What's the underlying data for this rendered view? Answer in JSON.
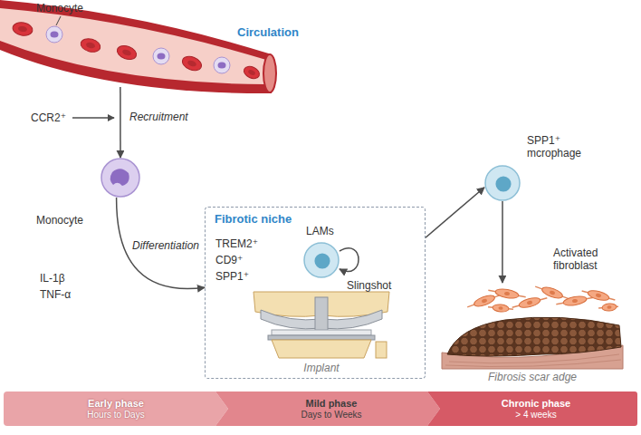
{
  "diagram": {
    "nodes": [
      {
        "text": [
          "Circulation"
        ]
      },
      {
        "text": [
          "Monocyte"
        ]
      },
      {
        "text": [
          "Fibrotic niche"
        ]
      },
      {
        "text": [
          "LAMs"
        ],
        "in": 2
      },
      {
        "text": [
          "Implant"
        ],
        "in": 2
      },
      {
        "text": [
          "SPP1⁺ mcrophage"
        ]
      },
      {
        "text": [
          "Activated fibroblast"
        ]
      },
      {
        "text": [
          "Fibrosis scar adge"
        ]
      },
      {
        "text": [
          "Early phase",
          "Hours to Days"
        ]
      },
      {
        "text": [
          "Mild phase",
          "Days to Weeks"
        ]
      },
      {
        "text": [
          "Chronic phase",
          "> 4 weeks"
        ]
      }
    ],
    "edges": [
      {
        "from": 0,
        "to": 1,
        "arrow": "to",
        "label": "Recruitment"
      },
      {
        "from": 1,
        "to": 2,
        "arrow": "to",
        "label": "Differentiation"
      },
      {
        "from": 3,
        "to": 3,
        "arrow": "to",
        "label": "Slingshot"
      },
      {
        "from": 2,
        "to": 5,
        "arrow": "to"
      },
      {
        "from": 5,
        "to": 6,
        "arrow": "to"
      }
    ],
    "labels": [
      "Monocyte",
      "CCR2⁺",
      "IL-1β",
      "TNF-α",
      "TREM2⁺",
      "CD9⁺",
      "SPP1⁺"
    ]
  }
}
